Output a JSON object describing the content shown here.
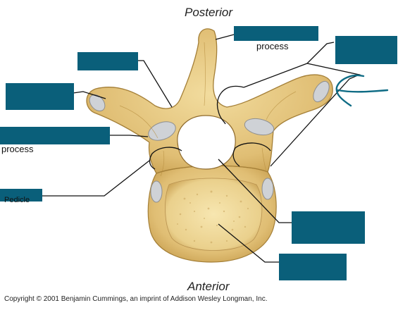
{
  "figure": {
    "orientation_top": "Posterior",
    "orientation_bottom": "Anterior",
    "copyright": "Copyright © 2001 Benjamin Cummings, an imprint of Addison Wesley Longman, Inc."
  },
  "label_masks": [
    {
      "id": "spinous-process-label",
      "peek_text": "process"
    },
    {
      "id": "transverse-foramen-label",
      "peek_text": ""
    },
    {
      "id": "lamina-label",
      "peek_text": ""
    },
    {
      "id": "transverse-process-label",
      "peek_text": ""
    },
    {
      "id": "superior-articular-process-label",
      "peek_text": "process"
    },
    {
      "id": "pedicle-label",
      "peek_text": "Pedicle"
    },
    {
      "id": "vertebral-foramen-label",
      "peek_text": ""
    },
    {
      "id": "body-label",
      "peek_text": ""
    }
  ],
  "colors": {
    "mask": "#0a5f7a",
    "bone": "#e3c27a",
    "bone_dark": "#b08a3a",
    "facet": "#c9cdd2",
    "leader": "#111111"
  }
}
